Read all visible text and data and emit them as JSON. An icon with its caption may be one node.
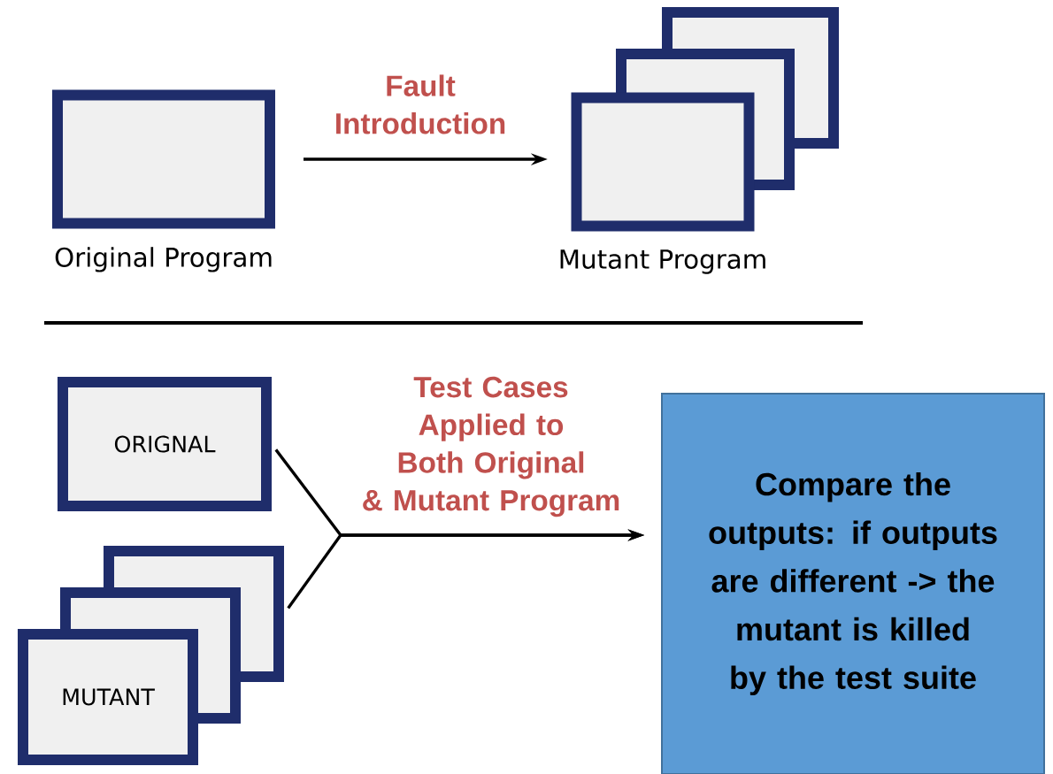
{
  "diagram": {
    "nodes": [
      {
        "text": [
          "Original Program"
        ]
      },
      {
        "text": [],
        "shape": "box"
      },
      {
        "text": [],
        "shape": "box"
      },
      {
        "text": [
          "Mutant Program"
        ]
      },
      {
        "text": [
          "ORIGNAL"
        ]
      },
      {
        "text": [],
        "shape": "box"
      },
      {
        "text": [],
        "shape": "box"
      },
      {
        "text": [
          "MUTANT"
        ]
      },
      {
        "text": [
          "Compare the outputs: if outputs are different -> the mutant is killed by the test suite"
        ]
      }
    ],
    "edges": [
      {
        "from": 0,
        "to": 3,
        "arrow": "to",
        "label": "Fault Introduction"
      },
      {
        "from": 4,
        "to": 8,
        "arrow": "to",
        "label": "Test Cases Applied to Both Original & Mutant Program"
      },
      {
        "from": 5,
        "to": 8,
        "arrow": "to"
      }
    ]
  }
}
